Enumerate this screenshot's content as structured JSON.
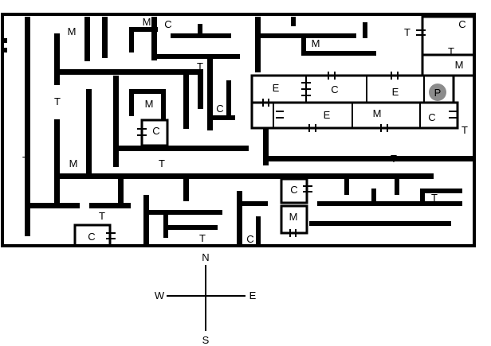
{
  "game": {
    "type": "maze map",
    "player_marker": "P",
    "player_color": "#8c8c8c",
    "wall_color": "#000000",
    "background": "#ffffff"
  },
  "legend_letters": [
    "T",
    "M",
    "C",
    "E",
    "P"
  ],
  "compass": {
    "north": "N",
    "south": "S",
    "east": "E",
    "west": "W"
  },
  "labels": {
    "m1": "M",
    "m2": "M",
    "m3": "M",
    "m4": "M",
    "m5": "M",
    "m6": "M",
    "m7": "M",
    "m8": "M",
    "c1": "C",
    "c2": "C",
    "c3": "C",
    "c4": "C",
    "c5": "C",
    "c6": "C",
    "c7": "C",
    "c8": "C",
    "c9": "C",
    "t1": "T",
    "t2": "T",
    "t3": "T",
    "t4": "T",
    "t5": "T",
    "t6": "T",
    "t7": "T",
    "t8": "T",
    "t9": "T",
    "t10": "T",
    "t11": "T",
    "e1": "E",
    "e2": "E",
    "e3": "E"
  }
}
